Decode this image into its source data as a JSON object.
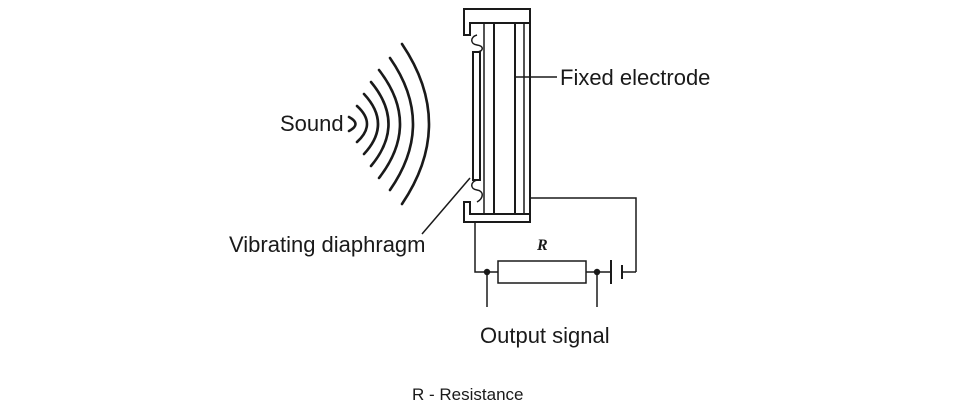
{
  "labels": {
    "sound": "Sound",
    "fixed_electrode": "Fixed electrode",
    "vibrating_diaphragm": "Vibrating diaphragm",
    "resistor": "R",
    "output_signal": "Output signal",
    "caption": "R - Resistance"
  },
  "colors": {
    "ink": "#1a1a1a",
    "background": "#ffffff"
  }
}
